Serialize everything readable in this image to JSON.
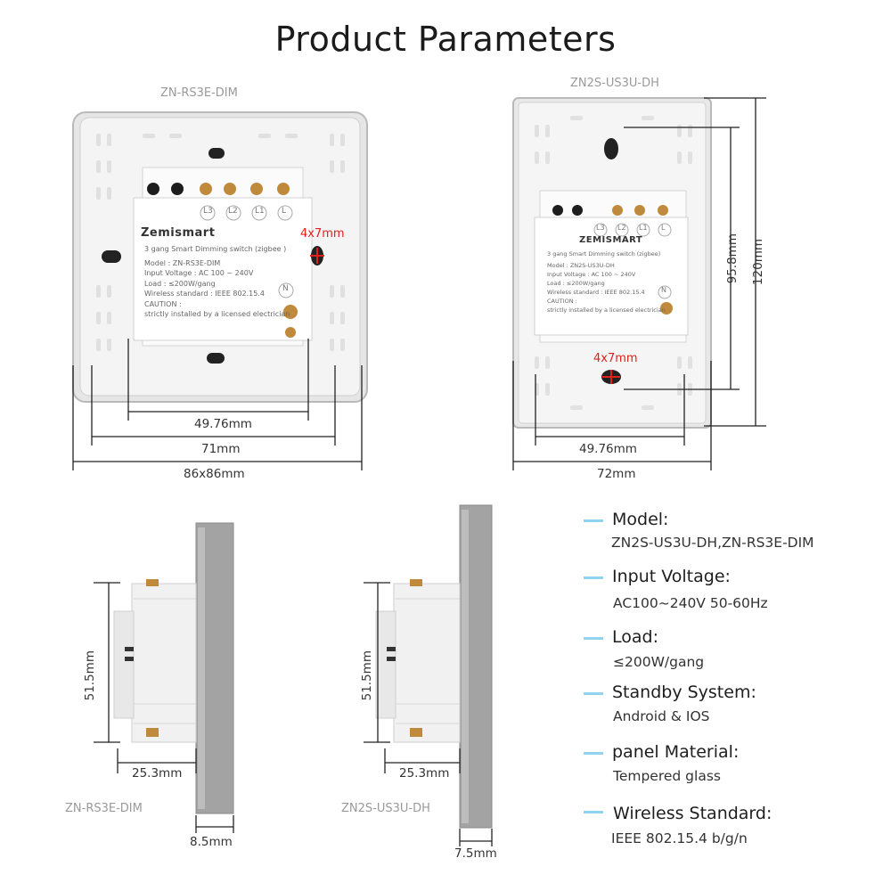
{
  "title": "Product Parameters",
  "front_views": {
    "left": {
      "model": "ZN-RS3E-DIM",
      "inner_width": "49.76mm",
      "mid_width": "71mm",
      "outer_size": "86x86mm",
      "hole": "4x7mm",
      "module": {
        "brand": "Zemismart",
        "terminals": [
          "L3",
          "L2",
          "L1",
          "L"
        ],
        "neutral": "N",
        "product_line": "3 gang Smart Dimming switch (zigbee )",
        "model_line": "Model : ZN-RS3E-DIM",
        "voltage_line": "Input Voltage : AC 100 ~ 240V",
        "load_line": "Load : ≤200W/gang",
        "wireless_line": "Wireless standard : IEEE 802.15.4",
        "caution_line": "CAUTION :",
        "install_line": "strictly installed by a licensed electrician"
      }
    },
    "right": {
      "model": "ZN2S-US3U-DH",
      "inner_width": "49.76mm",
      "outer_width": "72mm",
      "inner_height": "95.8mm",
      "outer_height": "120mm",
      "hole": "4x7mm",
      "module": {
        "brand": "ZEMISMART",
        "terminals": [
          "L3",
          "L2",
          "L1",
          "L"
        ],
        "neutral": "N",
        "product_line": "3 gang Smart Dimming switch (zigbee)",
        "model_line": "Model : ZN2S-US3U-DH",
        "voltage_line": "Input Voltage : AC 100 ~ 240V",
        "load_line": "Load : ≤200W/gang",
        "wireless_line": "Wireless standard : IEEE 802.15.4",
        "caution_line": "CAUTION :",
        "install_line": "strictly installed by a licensed electrician"
      }
    }
  },
  "side_views": {
    "left": {
      "model": "ZN-RS3E-DIM",
      "height": "51.5mm",
      "depth": "25.3mm",
      "thickness": "8.5mm"
    },
    "right": {
      "model": "ZN2S-US3U-DH",
      "height": "51.5mm",
      "depth": "25.3mm",
      "thickness": "7.5mm"
    }
  },
  "specs": [
    {
      "label": "Model:",
      "value": "ZN2S-US3U-DH,ZN-RS3E-DIM"
    },
    {
      "label": "Input Voltage:",
      "value": "AC100~240V   50-60Hz"
    },
    {
      "label": "Load:",
      "value": "≤200W/gang"
    },
    {
      "label": "Standby System:",
      "value": "Android & IOS"
    },
    {
      "label": "panel Material:",
      "value": "Tempered glass"
    },
    {
      "label": "Wireless Standard:",
      "value": "IEEE 802.15.4 b/g/n"
    }
  ],
  "colors": {
    "accent_dash": "#8fd3ee",
    "hole_red": "#e0201b",
    "panel_silver": "#9a9a9a",
    "plastic": "#f3f3f3"
  }
}
